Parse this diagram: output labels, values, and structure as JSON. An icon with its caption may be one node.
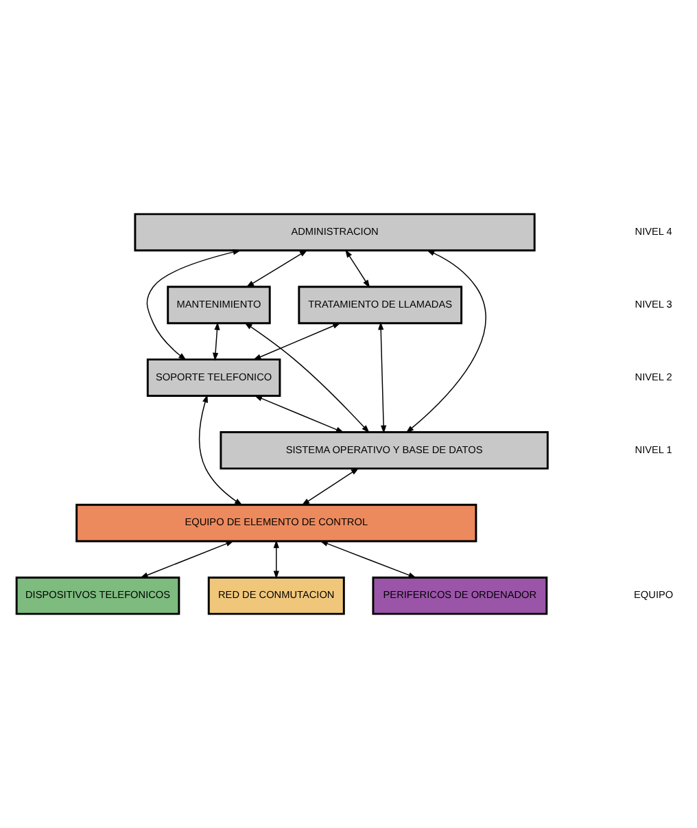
{
  "diagram": {
    "nodes": [
      {
        "text": [
          "ADMINISTRACION"
        ]
      },
      {
        "text": [
          "TRATAMIENTO DE LLAMADAS"
        ]
      },
      {
        "text": [
          "MANTENIMIENTO"
        ]
      },
      {
        "text": [
          "SOPORTE TELEFONICO"
        ]
      },
      {
        "text": [
          "SISTEMA OPERATIVO Y BASE DE DATOS"
        ]
      },
      {
        "text": [
          "EQUIPO DE ELEMENTO DE CONTROL"
        ]
      },
      {
        "text": [
          "DISPOSITIVOS TELEFONICOS"
        ]
      },
      {
        "text": [
          "RED DE CONMUTACION"
        ]
      },
      {
        "text": [
          "PERIFERICOS DE ORDENADOR"
        ]
      }
    ],
    "edges": [
      {
        "from": 0,
        "to": 1,
        "arrow": "both"
      },
      {
        "from": 0,
        "to": 2,
        "arrow": "both"
      },
      {
        "from": 0,
        "to": 3,
        "arrow": "both"
      },
      {
        "from": 0,
        "to": 4,
        "arrow": "both"
      },
      {
        "from": 1,
        "to": 3,
        "arrow": "both"
      },
      {
        "from": 1,
        "to": 4,
        "arrow": "both"
      },
      {
        "from": 2,
        "to": 3,
        "arrow": "both"
      },
      {
        "from": 2,
        "to": 4,
        "arrow": "both"
      },
      {
        "from": 3,
        "to": 4,
        "arrow": "both"
      },
      {
        "from": 3,
        "to": 5,
        "arrow": "both"
      },
      {
        "from": 4,
        "to": 5,
        "arrow": "both"
      },
      {
        "from": 5,
        "to": 6,
        "arrow": "both"
      },
      {
        "from": 5,
        "to": 7,
        "arrow": "both"
      },
      {
        "from": 5,
        "to": 8,
        "arrow": "both"
      }
    ],
    "labels": [
      "NIVEL 4",
      "NIVEL 3",
      "NIVEL 2",
      "NIVEL 1",
      "EQUIPO"
    ]
  }
}
